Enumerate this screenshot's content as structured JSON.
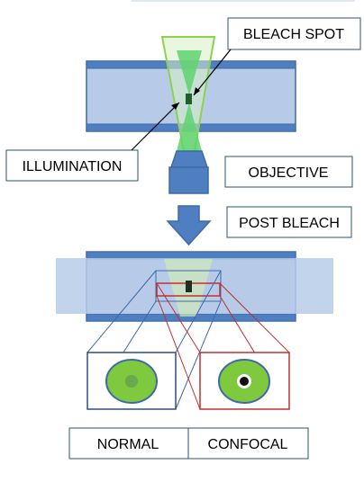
{
  "labels": {
    "bleach_spot": "BLEACH SPOT",
    "illumination": "ILLUMINATION",
    "objective": "OBJECTIVE",
    "post_bleach": "POST BLEACH",
    "normal": "NORMAL",
    "confocal": "CONFOCAL"
  },
  "colors": {
    "slide_border": "#3d6aa8",
    "slide_fill": "#b7cbe9",
    "slide_edge": "#4f7ec1",
    "beam_green": "#5fd36d",
    "beam_outline": "#8ed150",
    "objective_blue": "#4f7ec1",
    "confocal_red": "#c0302f",
    "cell_green": "#7fc93f",
    "normal_spot": "#6aa84f",
    "confocal_spot": "#111111",
    "label_border": "#2e4f80",
    "bleach_mark": "#1f3f1f"
  },
  "icons": {
    "arrow": "down-arrow-icon"
  }
}
